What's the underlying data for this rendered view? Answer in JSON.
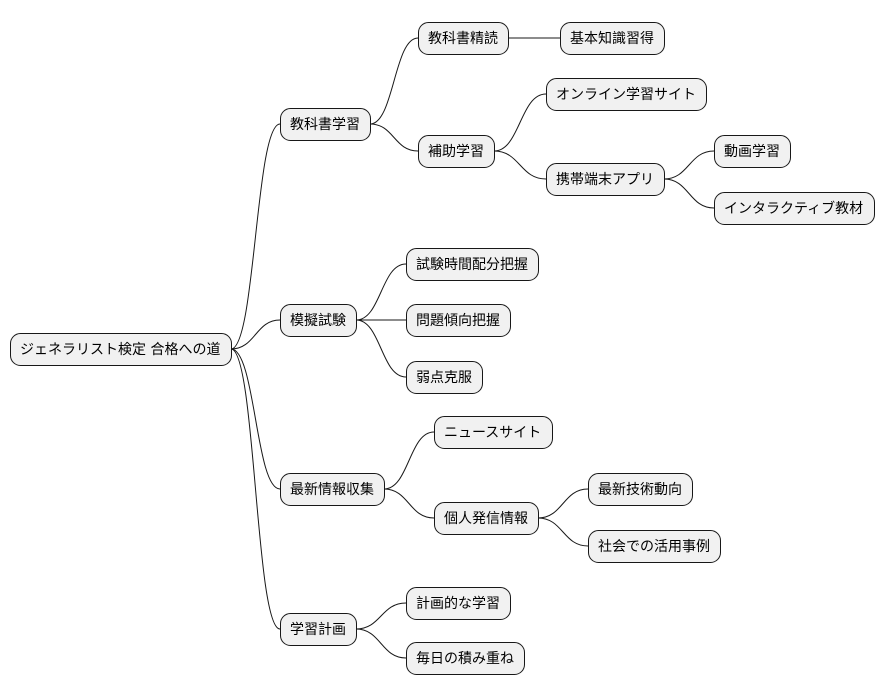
{
  "colors": {
    "node_fill": "#f1f1f1",
    "node_stroke": "#181818",
    "edge": "#181818",
    "text": "#000000"
  },
  "mindmap": {
    "root": {
      "id": "root",
      "label": "ジェネラリスト検定 合格への道"
    },
    "nodes": [
      {
        "id": "textbook",
        "parent": "root",
        "label": "教科書学習"
      },
      {
        "id": "textbook-reading",
        "parent": "textbook",
        "label": "教科書精読"
      },
      {
        "id": "basic-knowledge",
        "parent": "textbook-reading",
        "label": "基本知識習得"
      },
      {
        "id": "supplementary",
        "parent": "textbook",
        "label": "補助学習"
      },
      {
        "id": "online-site",
        "parent": "supplementary",
        "label": "オンライン学習サイト"
      },
      {
        "id": "mobile-app",
        "parent": "supplementary",
        "label": "携帯端末アプリ"
      },
      {
        "id": "video",
        "parent": "mobile-app",
        "label": "動画学習"
      },
      {
        "id": "interactive",
        "parent": "mobile-app",
        "label": "インタラクティブ教材"
      },
      {
        "id": "mock-exam",
        "parent": "root",
        "label": "模擬試験"
      },
      {
        "id": "time-allocation",
        "parent": "mock-exam",
        "label": "試験時間配分把握"
      },
      {
        "id": "question-trends",
        "parent": "mock-exam",
        "label": "問題傾向把握"
      },
      {
        "id": "weakness",
        "parent": "mock-exam",
        "label": "弱点克服"
      },
      {
        "id": "news-gathering",
        "parent": "root",
        "label": "最新情報収集"
      },
      {
        "id": "news-site",
        "parent": "news-gathering",
        "label": "ニュースサイト"
      },
      {
        "id": "personal-info",
        "parent": "news-gathering",
        "label": "個人発信情報"
      },
      {
        "id": "tech-trends",
        "parent": "personal-info",
        "label": "最新技術動向"
      },
      {
        "id": "use-cases",
        "parent": "personal-info",
        "label": "社会での活用事例"
      },
      {
        "id": "study-plan",
        "parent": "root",
        "label": "学習計画"
      },
      {
        "id": "planned-study",
        "parent": "study-plan",
        "label": "計画的な学習"
      },
      {
        "id": "daily-accumulation",
        "parent": "study-plan",
        "label": "毎日の積み重ね"
      }
    ]
  }
}
